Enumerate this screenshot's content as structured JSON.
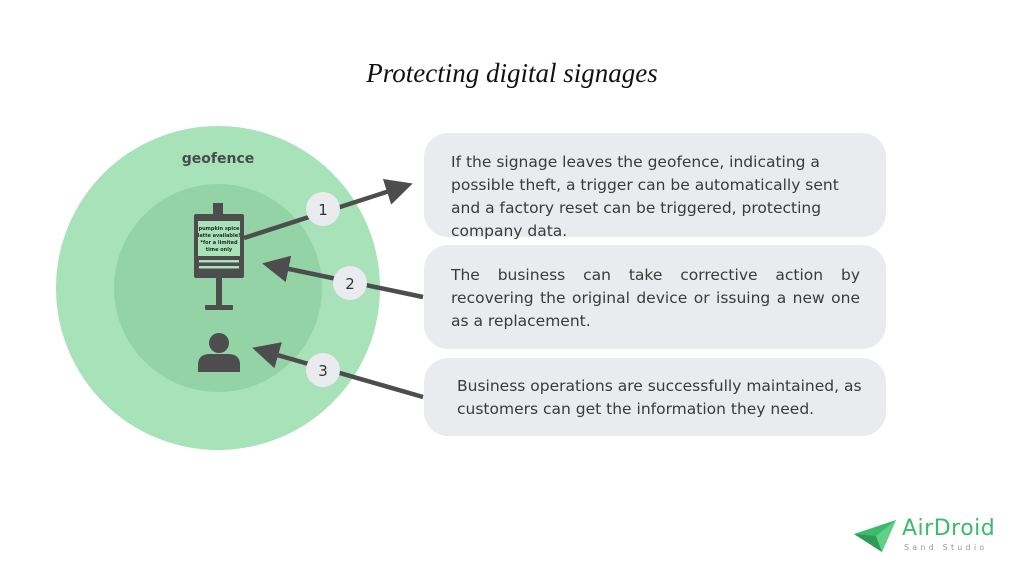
{
  "title": "Protecting digital signages",
  "geofence_label": "geofence",
  "sign_text": [
    "pumpkin spice",
    "latte available!",
    "*for a limited",
    "time only"
  ],
  "steps": [
    {
      "number": "1",
      "text": "If the signage leaves the geofence, indicating a possible theft, a trigger can be automatically sent and a factory reset can be triggered, protecting company data."
    },
    {
      "number": "2",
      "text": "The business can take corrective action by recovering the original device or issuing a new one as a replacement."
    },
    {
      "number": "3",
      "text": "Business operations are successfully maintained, as customers can get the information they need."
    }
  ],
  "logo": {
    "name": "AirDroid",
    "tagline": "Sand Studio"
  },
  "colors": {
    "geofence_outer": "#a8e2b8",
    "geofence_inner": "#93d3a5",
    "icon": "#4d4d4d",
    "card_bg": "#eaebee",
    "brand_green": "#3dbb6c"
  },
  "icons": [
    "signage-icon",
    "person-icon",
    "arrow-icon",
    "airdroid-logo-icon"
  ]
}
